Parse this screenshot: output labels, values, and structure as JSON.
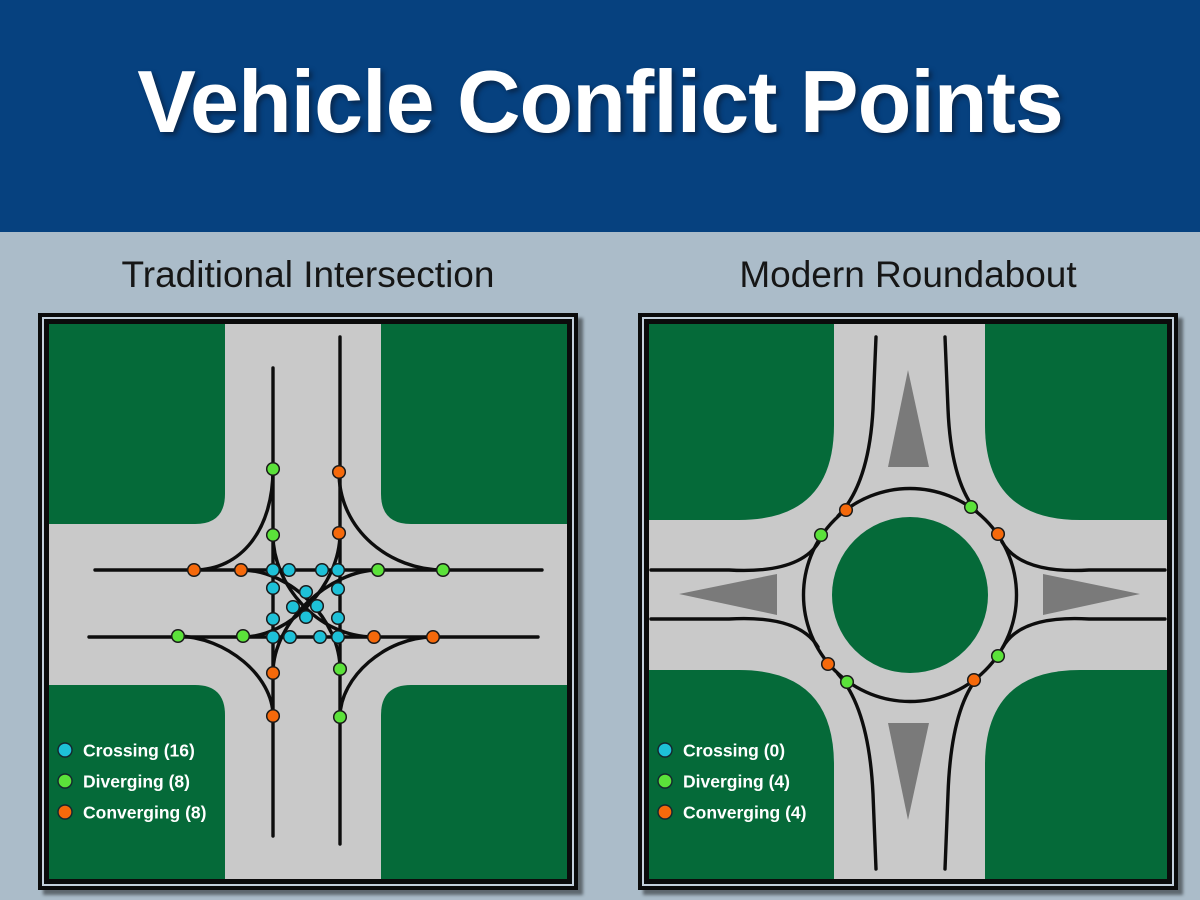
{
  "slide": {
    "title": "Vehicle Conflict Points"
  },
  "colors": {
    "header_bg": "#06417f",
    "page_bg": "#abbcc9",
    "grass": "#056a39",
    "road": "#c9c9c9",
    "arrow": "#7a7a7a",
    "line": "#0d0d0d",
    "frame_light": "#c3d0dc",
    "crossing": "#1ec1d8",
    "diverging": "#5be23a",
    "converging": "#f5690b"
  },
  "panels": [
    {
      "id": "intersection",
      "subtitle": "Traditional Intersection",
      "legend": [
        {
          "type": "crossing",
          "label": "Crossing (16)",
          "count": 16
        },
        {
          "type": "diverging",
          "label": "Diverging (8)",
          "count": 8
        },
        {
          "type": "converging",
          "label": "Converging (8)",
          "count": 8
        }
      ],
      "points": {
        "crossing": [
          [
            224,
            246
          ],
          [
            240,
            246
          ],
          [
            273,
            246
          ],
          [
            289,
            246
          ],
          [
            224,
            264
          ],
          [
            257,
            268
          ],
          [
            289,
            265
          ],
          [
            244,
            283
          ],
          [
            268,
            282
          ],
          [
            224,
            295
          ],
          [
            257,
            293
          ],
          [
            289,
            294
          ],
          [
            224,
            313
          ],
          [
            241,
            313
          ],
          [
            271,
            313
          ],
          [
            289,
            313
          ]
        ],
        "diverging": [
          [
            224,
            145
          ],
          [
            224,
            211
          ],
          [
            329,
            246
          ],
          [
            394,
            246
          ],
          [
            291,
            345
          ],
          [
            291,
            393
          ],
          [
            129,
            312
          ],
          [
            194,
            312
          ]
        ],
        "converging": [
          [
            145,
            246
          ],
          [
            192,
            246
          ],
          [
            290,
            148
          ],
          [
            290,
            209
          ],
          [
            325,
            313
          ],
          [
            384,
            313
          ],
          [
            224,
            349
          ],
          [
            224,
            392
          ]
        ]
      }
    },
    {
      "id": "roundabout",
      "subtitle": "Modern Roundabout",
      "legend": [
        {
          "type": "crossing",
          "label": "Crossing (0)",
          "count": 0
        },
        {
          "type": "diverging",
          "label": "Diverging (4)",
          "count": 4
        },
        {
          "type": "converging",
          "label": "Converging (4)",
          "count": 4
        }
      ],
      "points": {
        "crossing": [],
        "diverging": [
          [
            322,
            183
          ],
          [
            172,
            211
          ],
          [
            198,
            358
          ],
          [
            349,
            332
          ]
        ],
        "converging": [
          [
            349,
            210
          ],
          [
            197,
            186
          ],
          [
            179,
            340
          ],
          [
            325,
            356
          ]
        ]
      }
    }
  ]
}
